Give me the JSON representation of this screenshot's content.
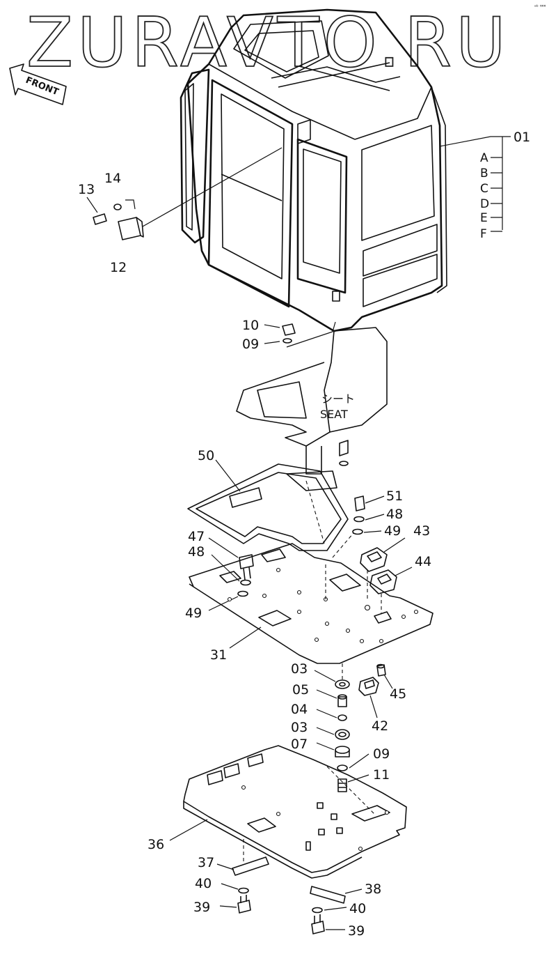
{
  "watermark": "ZURAVTO.RU",
  "corner_mark": "ᵃᵇ ⁶⁶⁶",
  "front_arrow_label": "FRONT",
  "seat": {
    "jp": "シート",
    "en": "SEAT"
  },
  "cab_label": "01",
  "cab_variants": [
    "A",
    "B",
    "C",
    "D",
    "E",
    "F"
  ],
  "part_labels": {
    "p13": "13",
    "p14": "14",
    "p12": "12",
    "p10": "10",
    "p09a": "09",
    "p50": "50",
    "p51": "51",
    "p48a": "48",
    "p49a": "49",
    "p43": "43",
    "p47": "47",
    "p48b": "48",
    "p44": "44",
    "p49b": "49",
    "p31": "31",
    "p03a": "03",
    "p45": "45",
    "p05": "05",
    "p42": "42",
    "p04": "04",
    "p03b": "03",
    "p07": "07",
    "p09b": "09",
    "p11": "11",
    "p36": "36",
    "p37": "37",
    "p38": "38",
    "p40a": "40",
    "p40b": "40",
    "p39a": "39",
    "p39b": "39"
  },
  "colors": {
    "line": "#111111",
    "background": "#ffffff"
  }
}
